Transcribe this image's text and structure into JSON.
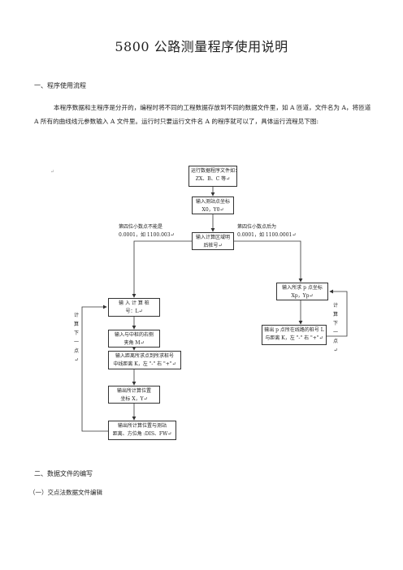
{
  "doc": {
    "title": "5800 公路测量程序使用说明",
    "section1": "一、程序使用流程",
    "intro": "本程序数据和主程序是分开的，编程时将不同的工程数据存放到不同的数据文件里，如 A 匝道，文件名为 A，将匝道 A 所有的曲线线元参数输入 A 文件里。运行时只要运行文件名 A 的程序就可以了，具体运行流程见下图:",
    "section2": "二、数据文件的编写",
    "subsection1": "（一）交点法数据文件编辑",
    "para_mark": "↵"
  },
  "flow": {
    "b1": [
      "运行数据程序文件如：",
      "ZX、B、C 等↵"
    ],
    "b2": [
      "输入测站点坐标",
      "X0，Y0↵"
    ],
    "b3": [
      "输入计算区域明",
      "后桩号↵"
    ],
    "left_note": [
      "第四位小数点不能是",
      "0.0001，如 1100.003↵"
    ],
    "right_note": [
      "第四位小数点后为",
      "0.0001，如 1100.0001↵"
    ],
    "b4": [
      "输 入 计 算 桩",
      "号：L↵"
    ],
    "b5": [
      "输入与中桩的右侧",
      "夹角 M↵"
    ],
    "b6": [
      "输入距离所求点到所求桩号",
      "中线距离 K，左 \"-\" 右 \"+\"↵"
    ],
    "b7": [
      "输出所计算位置",
      "坐标 X，Y↵"
    ],
    "b8": [
      "输出所计算位置与测站",
      "距离、方位角 :DIS、FW↵"
    ],
    "r1": [
      "输入所求 p 点坐标",
      "Xp，Yp↵"
    ],
    "r2": [
      "输出 p 点所在线路的桩号 L",
      "与距离 K，左 \"-\" 右 \"+\"↵"
    ],
    "left_loop": "计算下一点↵",
    "right_loop": "计算下一点↵"
  }
}
